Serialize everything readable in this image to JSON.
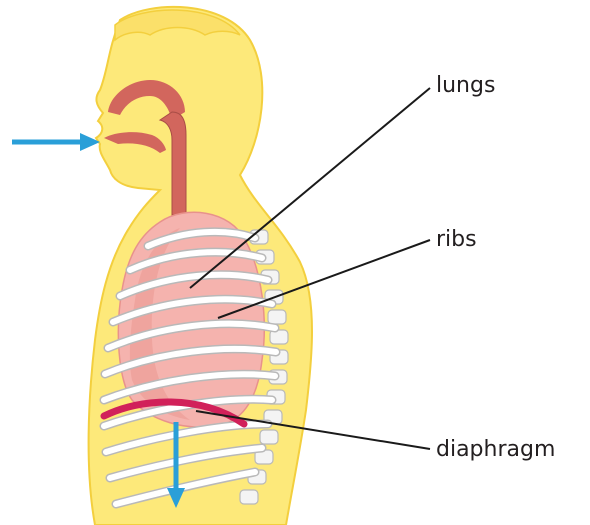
{
  "labels": {
    "lungs": "lungs",
    "ribs": "ribs",
    "diaphragm": "diaphragm"
  },
  "colors": {
    "skin": "#fde97a",
    "skin_outline": "#f3cf3e",
    "airway": "#d2665d",
    "airway_dark": "#a94d46",
    "lung": "#f5b3ae",
    "lung_shade": "#e8928c",
    "rib": "#ffffff",
    "rib_outline": "#b9b9b9",
    "diaphragm": "#d1215a",
    "arrow": "#2a9fd8",
    "leader": "#1a1a1a"
  },
  "arrows": {
    "inhale_arrow_icon": "arrow-right",
    "diaphragm_arrow_icon": "arrow-down"
  }
}
